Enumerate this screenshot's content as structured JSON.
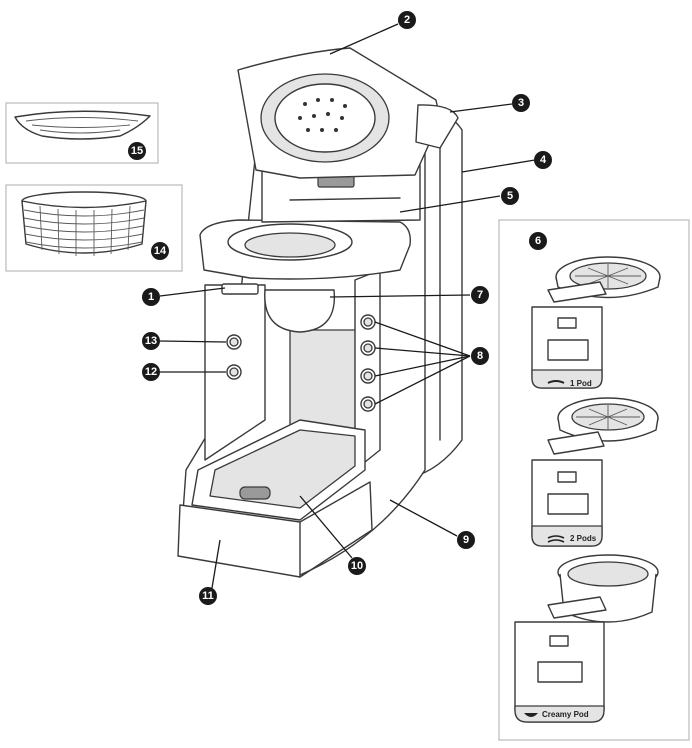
{
  "callouts": {
    "c1": "1",
    "c2": "2",
    "c3": "3",
    "c4": "4",
    "c5": "5",
    "c6": "6",
    "c7": "7",
    "c8": "8",
    "c9": "9",
    "c10": "10",
    "c11": "11",
    "c12": "12",
    "c13": "13",
    "c14": "14",
    "c15": "15"
  },
  "pod_holders": {
    "one_pod": "1 Pod",
    "two_pods": "2 Pods",
    "creamy_pod": "Creamy Pod"
  },
  "colors": {
    "badge": "#1a1a1a",
    "line": "#3a3a3a",
    "panel_border": "#bbbbbb"
  }
}
